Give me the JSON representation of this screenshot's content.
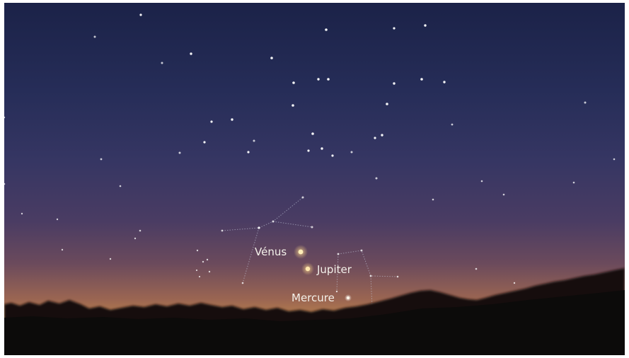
{
  "planets": [
    {
      "name": "Vénus",
      "color": "#ffe9a8"
    },
    {
      "name": "Jupiter",
      "color": "#ffe2a0"
    },
    {
      "name": "Mercure",
      "color": "#fff4e0"
    }
  ],
  "colors": {
    "sky_top": "#1b2248",
    "sky_mid": "#363663",
    "horizon_glow": "#d9a45a",
    "hills": "#0f0d0c",
    "star": "#ffffff",
    "constellation_line": "#c8cde0"
  }
}
